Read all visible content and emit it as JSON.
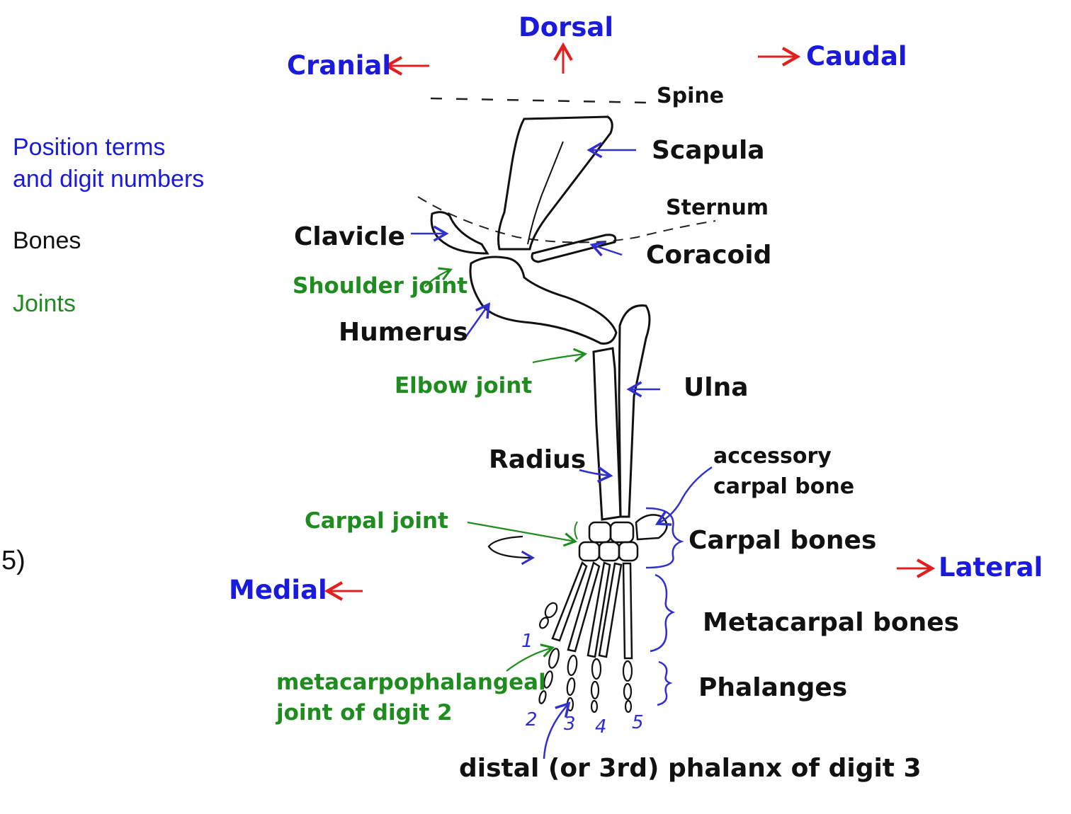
{
  "legend": {
    "position_terms": "Position terms",
    "digit_numbers": "and digit numbers",
    "bones": "Bones",
    "joints": "Joints"
  },
  "figure_number": "5)",
  "directions": {
    "dorsal": "Dorsal",
    "cranial": "Cranial",
    "caudal": "Caudal",
    "medial": "Medial",
    "lateral": "Lateral"
  },
  "bones": {
    "spine": "Spine",
    "scapula": "Scapula",
    "sternum": "Sternum",
    "clavicle": "Clavicle",
    "coracoid": "Coracoid",
    "humerus": "Humerus",
    "ulna": "Ulna",
    "radius": "Radius",
    "accessory_1": "accessory",
    "accessory_2": "carpal bone",
    "carpal": "Carpal bones",
    "metacarpal": "Metacarpal bones",
    "phalanges": "Phalanges",
    "distal_phalanx": "distal (or 3rd) phalanx of digit 3"
  },
  "joints": {
    "shoulder": "Shoulder joint",
    "elbow": "Elbow joint",
    "carpal": "Carpal joint",
    "mcp_1": "metacarpophalangeal",
    "mcp_2": "joint of digit 2"
  },
  "digit_numbers": [
    "1",
    "2",
    "3",
    "4",
    "5"
  ],
  "colors": {
    "position": "#1a1adc",
    "bones": "#111111",
    "joints": "#1e8c1e",
    "arrow_direction": "#e02020",
    "pointer": "#3030d0"
  }
}
